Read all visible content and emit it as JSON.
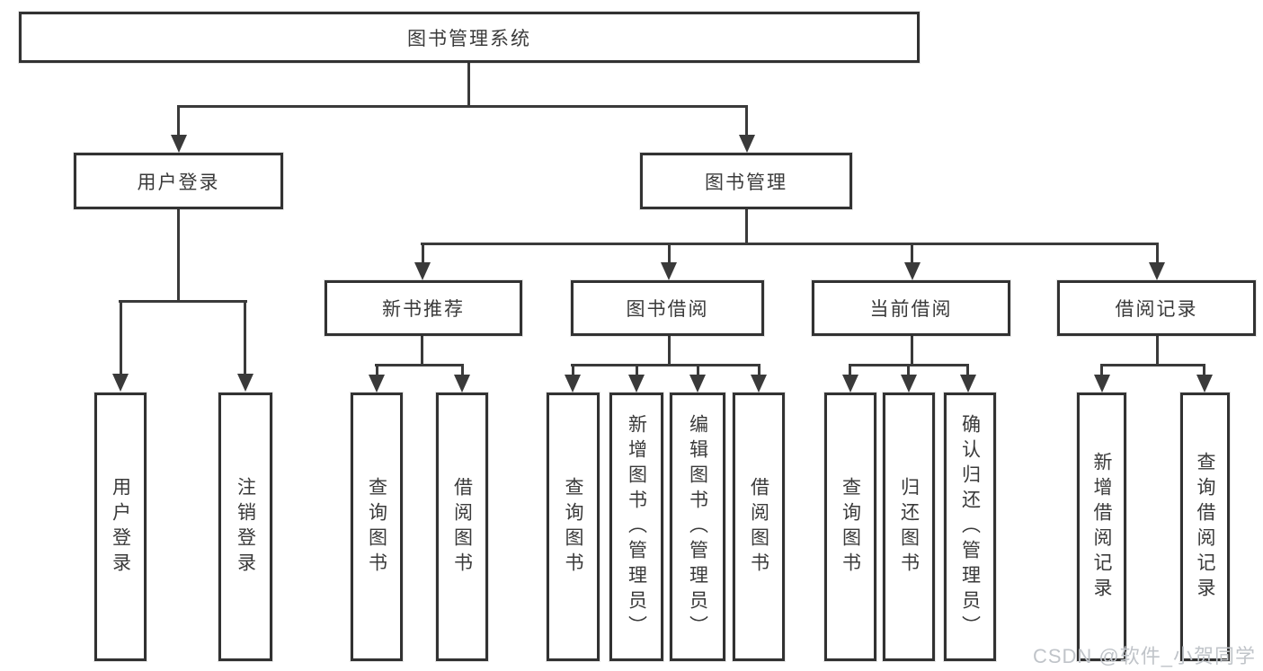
{
  "diagram": {
    "type": "tree",
    "colors": {
      "border": "#323232",
      "line": "#3a3a3a",
      "text": "#3a3a3a",
      "background": "#ffffff",
      "watermark": "#c0c4c9"
    },
    "watermark": "CSDN @软件_小贺同学",
    "nodes": {
      "root": {
        "label": "图书管理系统"
      },
      "user_login": {
        "label": "用户登录"
      },
      "book_mgmt": {
        "label": "图书管理"
      },
      "new_book_rec": {
        "label": "新书推荐"
      },
      "book_borrow": {
        "label": "图书借阅"
      },
      "current_borrow": {
        "label": "当前借阅"
      },
      "borrow_records": {
        "label": "借阅记录"
      },
      "leaf_user_login": {
        "label": "用户登录"
      },
      "leaf_logout": {
        "label": "注销登录"
      },
      "leaf_query_books_rec": {
        "label": "查询图书"
      },
      "leaf_borrow_books_rec": {
        "label": "借阅图书"
      },
      "leaf_query_books_borrow": {
        "label": "查询图书"
      },
      "leaf_add_book_admin": {
        "label": "新增图书（管理员）"
      },
      "leaf_edit_book_admin": {
        "label": "编辑图书（管理员）"
      },
      "leaf_borrow_books_borrow": {
        "label": "借阅图书"
      },
      "leaf_query_books_current": {
        "label": "查询图书"
      },
      "leaf_return_books": {
        "label": "归还图书"
      },
      "leaf_confirm_return_admin": {
        "label": "确认归还（管理员）"
      },
      "leaf_add_borrow_record": {
        "label": "新增借阅记录"
      },
      "leaf_query_borrow_record": {
        "label": "查询借阅记录"
      }
    },
    "edges": [
      "root->user_login",
      "root->book_mgmt",
      "user_login->leaf_user_login",
      "user_login->leaf_logout",
      "book_mgmt->new_book_rec",
      "book_mgmt->book_borrow",
      "book_mgmt->current_borrow",
      "book_mgmt->borrow_records",
      "new_book_rec->leaf_query_books_rec",
      "new_book_rec->leaf_borrow_books_rec",
      "book_borrow->leaf_query_books_borrow",
      "book_borrow->leaf_add_book_admin",
      "book_borrow->leaf_edit_book_admin",
      "book_borrow->leaf_borrow_books_borrow",
      "current_borrow->leaf_query_books_current",
      "current_borrow->leaf_return_books",
      "current_borrow->leaf_confirm_return_admin",
      "borrow_records->leaf_add_borrow_record",
      "borrow_records->leaf_query_borrow_record"
    ]
  }
}
